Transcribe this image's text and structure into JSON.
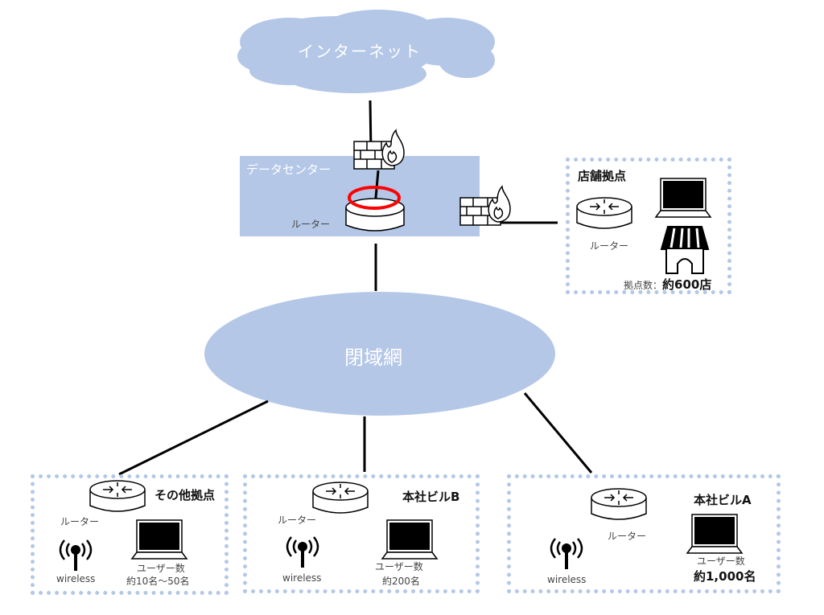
{
  "diagram": {
    "colors": {
      "accent": "#b4c7e7",
      "line": "#000000",
      "highlight": "#ff0000",
      "label": "#444444"
    },
    "internet": {
      "label": "インターネット",
      "icon": "cloud-icon"
    },
    "datacenter": {
      "label": "データセンター",
      "router_label": "ルーター",
      "highlight": "red-ellipse-marker",
      "firewall_icons": [
        "firewall-icon",
        "firewall-icon"
      ]
    },
    "closed_network": {
      "label": "閉域網"
    },
    "store_site": {
      "title": "店舗拠点",
      "router_label": "ルーター",
      "count_prefix": "拠点数：",
      "count_value": "約600店",
      "icons": [
        "router-icon",
        "laptop-icon",
        "store-icon"
      ]
    },
    "other_site": {
      "title": "その他拠点",
      "router_label": "ルーター",
      "wireless_label": "wireless",
      "users_label": "ユーザー数",
      "users_value": "約10名～50名"
    },
    "hq_b": {
      "title": "本社ビルB",
      "router_label": "ルーター",
      "wireless_label": "wireless",
      "users_label": "ユーザー数",
      "users_value": "約200名"
    },
    "hq_a": {
      "title": "本社ビルA",
      "router_label": "ルーター",
      "wireless_label": "wireless",
      "users_label": "ユーザー数",
      "users_value": "約1,000名"
    }
  }
}
